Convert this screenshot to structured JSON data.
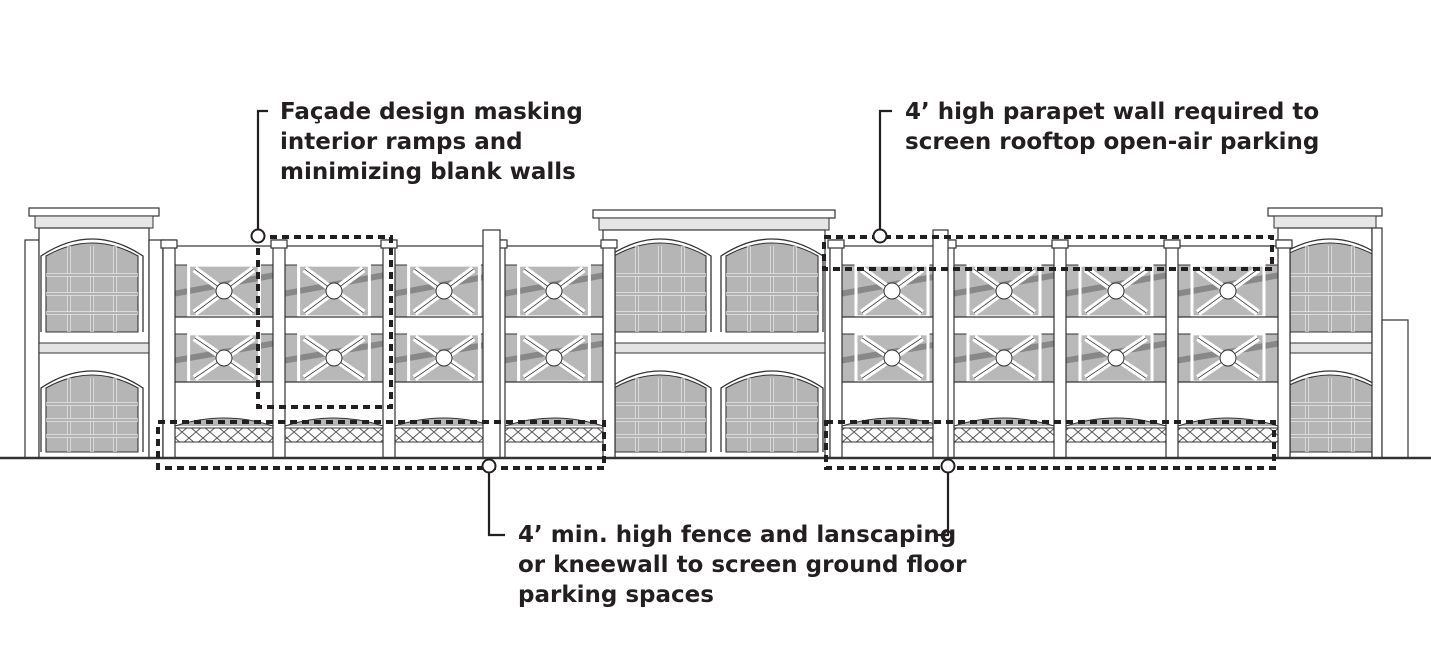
{
  "callouts": {
    "facade": "Façade design masking\ninterior ramps and\nminimizing blank walls",
    "parapet": "4’ high parapet wall required to\nscreen rooftop open-air parking",
    "fence": "4’ min. high fence and lanscaping\nor kneewall to screen ground floor\nparking spaces"
  }
}
